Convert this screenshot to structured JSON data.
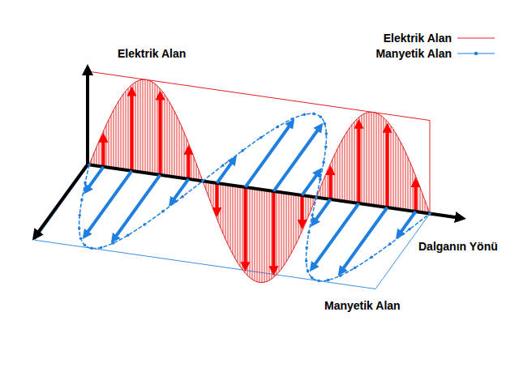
{
  "diagram": {
    "labels": [
      "Elektrik Alan",
      "Dalganın Yönü",
      "Manyetik Alan"
    ],
    "legend": [
      {
        "text": "Elektrik Alan"
      },
      {
        "text": "Manyetik Alan"
      }
    ]
  }
}
